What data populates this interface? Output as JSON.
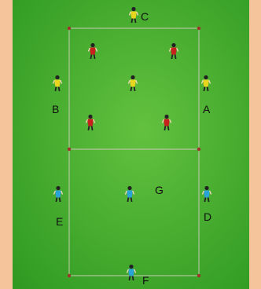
{
  "labels": {
    "a": "A",
    "b": "B",
    "c": "C",
    "d": "D",
    "e": "E",
    "f": "F",
    "g": "G"
  },
  "colors": {
    "border": "#f6c49b",
    "pitch_center": "#63c13f",
    "pitch_edge": "#2f9a22",
    "lines": "#c9c9b5",
    "cone": "#a0342a",
    "team_red": "#c8211d",
    "team_yellow": "#e8d51f",
    "team_blue": "#2aa3d6"
  },
  "players": [
    {
      "id": "c-server",
      "team": "yellow"
    },
    {
      "id": "red-1",
      "team": "red"
    },
    {
      "id": "red-2",
      "team": "red"
    },
    {
      "id": "b-server",
      "team": "yellow"
    },
    {
      "id": "middle-server",
      "team": "yellow"
    },
    {
      "id": "a-server",
      "team": "yellow"
    },
    {
      "id": "red-3",
      "team": "red"
    },
    {
      "id": "red-4",
      "team": "red"
    },
    {
      "id": "e-player",
      "team": "blue"
    },
    {
      "id": "g-player",
      "team": "blue"
    },
    {
      "id": "d-player",
      "team": "blue"
    },
    {
      "id": "f-player",
      "team": "blue"
    }
  ]
}
